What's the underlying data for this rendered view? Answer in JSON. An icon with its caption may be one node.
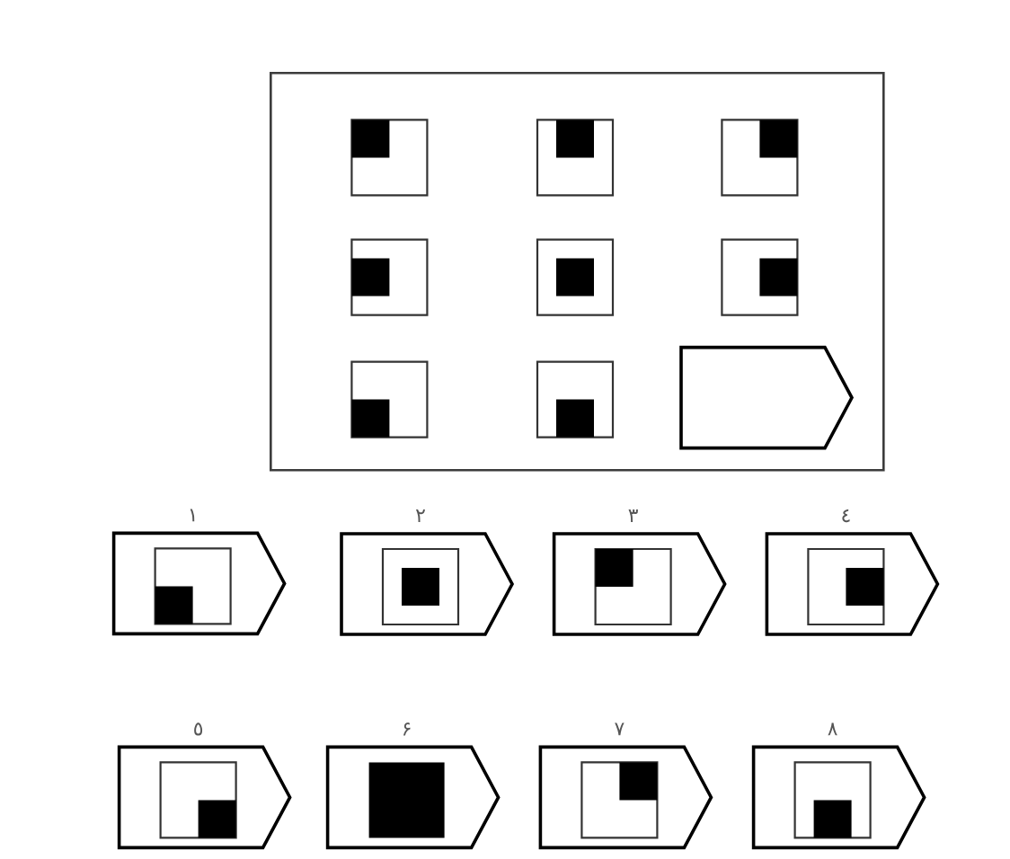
{
  "diagram": {
    "nodes": [
      {
        "text": [],
        "shape": "box"
      },
      {
        "text": [],
        "shape": "box",
        "in": 0
      },
      {
        "text": [],
        "shape": "box",
        "in": 0
      },
      {
        "text": [],
        "shape": "box",
        "in": 0
      },
      {
        "text": [],
        "shape": "box",
        "in": 0
      },
      {
        "text": [],
        "shape": "box",
        "in": 0
      },
      {
        "text": [],
        "shape": "box",
        "in": 0
      },
      {
        "text": [],
        "shape": "box",
        "in": 0
      },
      {
        "text": [],
        "shape": "box",
        "in": 0
      },
      {
        "text": [],
        "shape": "pentagon",
        "in": 0
      },
      {
        "text": [
          "١"
        ]
      },
      {
        "text": [
          "٢"
        ]
      },
      {
        "text": [
          "٣"
        ]
      },
      {
        "text": [
          "٤"
        ]
      },
      {
        "text": [
          "٥"
        ]
      },
      {
        "text": [
          "۶"
        ]
      },
      {
        "text": [
          "٧"
        ]
      },
      {
        "text": [
          "٨"
        ]
      }
    ]
  }
}
